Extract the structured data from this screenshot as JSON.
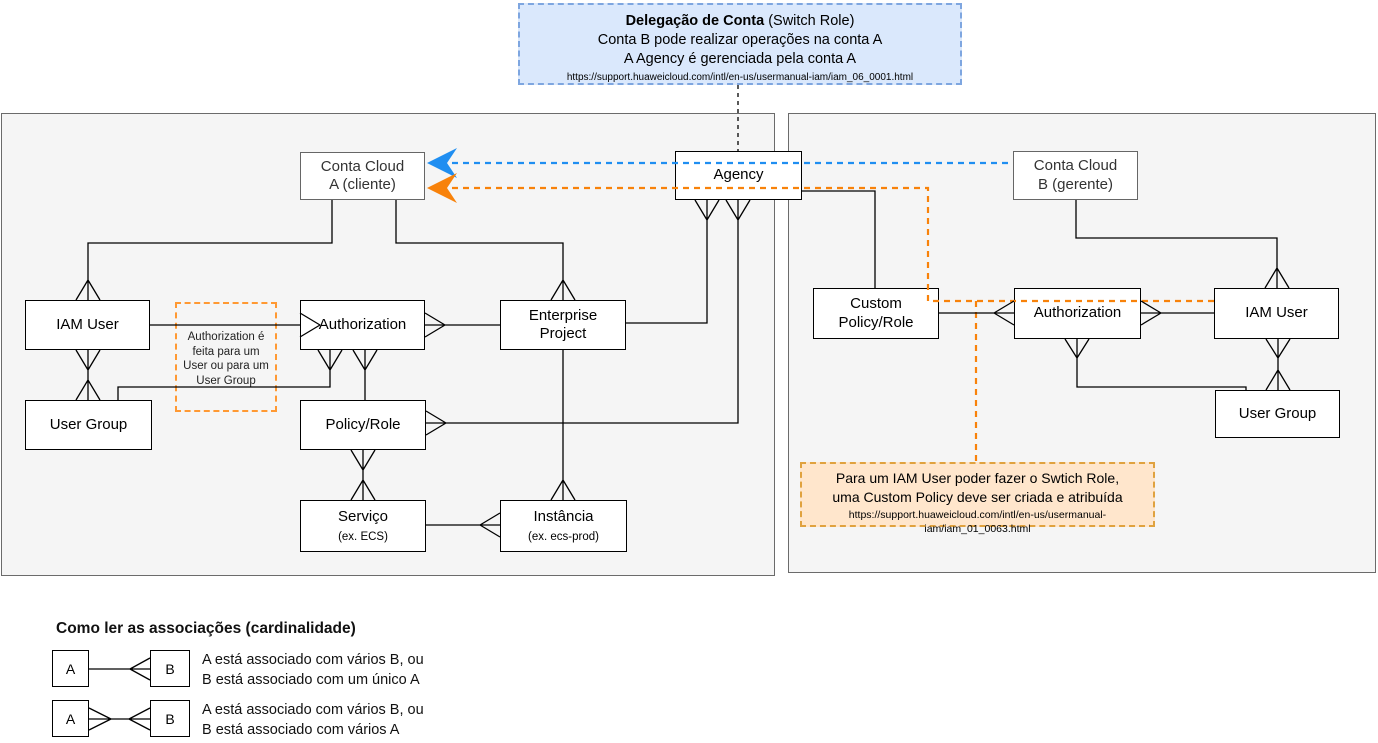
{
  "notes": {
    "delegation": {
      "title_bold": "Delegação de Conta",
      "title_rest": " (Switch Role)",
      "line2": "Conta B pode realizar operações na conta A",
      "line3": "A Agency é gerenciada pela conta A",
      "url": "https://support.huaweicloud.com/intl/en-us/usermanual-iam/iam_06_0001.html"
    },
    "authorization_note": "Authorization é feita para um User ou para um User Group",
    "switch_role_note": {
      "line1": "Para um IAM User poder fazer o Swtich Role,",
      "line2": "uma Custom Policy deve ser criada e atribuída",
      "url": "https://support.huaweicloud.com/intl/en-us/usermanual-iam/iam_01_0063.html"
    }
  },
  "entities": {
    "conta_a": {
      "line1": "Conta Cloud",
      "line2": "A (cliente)"
    },
    "agency": {
      "label": "Agency"
    },
    "conta_b": {
      "line1": "Conta Cloud",
      "line2": "B (gerente)"
    },
    "iam_user_a": {
      "label": "IAM User"
    },
    "user_group_a": {
      "label": "User Group"
    },
    "authorization_a": {
      "label": "Authorization"
    },
    "policy_role_a": {
      "label": "Policy/Role"
    },
    "enterprise_project": {
      "line1": "Enterprise",
      "line2": "Project"
    },
    "servico": {
      "label": "Serviço",
      "sub": "(ex. ECS)"
    },
    "instancia": {
      "label": "Instância",
      "sub": "(ex. ecs-prod)"
    },
    "custom_policy_role": {
      "line1": "Custom",
      "line2": "Policy/Role"
    },
    "authorization_b": {
      "label": "Authorization"
    },
    "iam_user_b": {
      "label": "IAM User"
    },
    "user_group_b": {
      "label": "User Group"
    }
  },
  "legend": {
    "heading": "Como ler as associações (cardinalidade)",
    "rows": [
      {
        "a": "A",
        "b": "B",
        "line1": "A está associado com vários B, ou",
        "line2": "B está associado com um único A"
      },
      {
        "a": "A",
        "b": "B",
        "line1": "A está associado com vários B, ou",
        "line2": "B está associado com vários A"
      }
    ]
  },
  "colors": {
    "blue_accent": "#1f8ef1",
    "orange_accent": "#f8820a",
    "panel_fill": "#f5f5f5",
    "panel_border": "#6b6b6b",
    "gray_box_border": "#666666",
    "gray_box_text": "#333333",
    "note_blue_fill": "#dae8fc",
    "note_blue_border": "#7ea6e0",
    "note_orange_fill": "#ffe6cc",
    "note_orange_border": "#e0a23f",
    "note_dashed_border": "#ff9933"
  }
}
